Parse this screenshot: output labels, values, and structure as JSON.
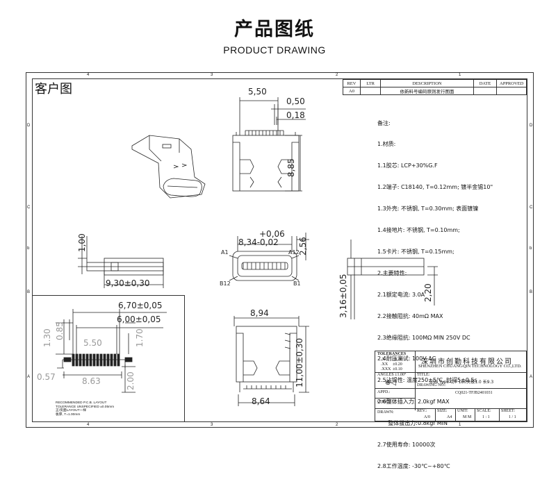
{
  "header": {
    "title_cn": "产品图纸",
    "title_en": "PRODUCT DRAWING"
  },
  "customer_label": "客户图",
  "zones": {
    "top": [
      "4",
      "3",
      "2",
      "1"
    ],
    "left": [
      "D",
      "C",
      "B",
      "A"
    ],
    "side_mark": "b"
  },
  "revision_table": {
    "headers": [
      "REV",
      "LTR",
      "DESCRIPTION",
      "DATE",
      "APPROVED"
    ],
    "rows": [
      [
        "A0",
        "",
        "依新料号编码原则发行图面",
        "",
        ""
      ]
    ]
  },
  "notes": [
    "备注:",
    "1.材质:",
    "1.1胶芯: LCP+30%G.F",
    "1.2端子: C18140, T=0.12mm; 镀半金锡10\"",
    "1.3外壳: 不锈钢, T=0.30mm; 表面镀镍",
    "1.4接地片: 不锈钢, T=0.10mm;",
    "1.5卡片: 不锈钢, T=0.15mm;",
    "2.主要特性:",
    "2.1额定电流: 3.0A",
    "2.2接触阻抗: 40mΩ MAX",
    "2.3绝缘阻抗: 100MΩ MIN 250V DC",
    "2.4耐压测试: 100V AC",
    "2.5沾锡性: 温度250±5℃, 时间5±0.5s",
    "2.6整体插入力: 2.0kgf MAX",
    "      整体拔出力:0.8kgf MIN",
    "2.7使用寿命: 10000次",
    "2.8工作温度: -30℃~+80℃"
  ],
  "dimensions": {
    "top_width": "5,50",
    "top_a": "0,50",
    "top_b": "0,18",
    "side_height": "8,85",
    "left_height": "1,00",
    "left_len": "9,30±0,30",
    "front_tol_plus": "+0,06",
    "front_width": "8,34-0,02",
    "front_h": "2,56",
    "pin_a1": "A1",
    "pin_a12": "A12",
    "pin_b12": "B12",
    "pin_b1": "B1",
    "right_v": "3,16±0,05",
    "right_h": "2,20",
    "bottom_w1": "8,94",
    "bottom_len": "11,00±0,30",
    "bottom_w2": "8,64",
    "pcb_w1": "6,70±0,05",
    "pcb_w2": "6,00±0,05",
    "pcb_a": "1.30",
    "pcb_b": "0.85",
    "pcb_c": "5.50",
    "pcb_d": "1.70",
    "pcb_e": "0.57",
    "pcb_f": "8.63",
    "pcb_g": "2.00"
  },
  "pcb_notes": [
    "RECOMMENDED  P.C.B. LAYOUT",
    "TOLERANCE UNSPECIFIED ±0.05mm",
    "正/反面LAYOUT一样",
    "板厚, T=1.00mm"
  ],
  "title_block": {
    "tolerances_label": "TOLERANCES",
    "tol_rows": [
      [
        ".X",
        "±0.30"
      ],
      [
        ".XX",
        "±0.20"
      ],
      [
        ".XXX",
        "±0.10"
      ]
    ],
    "angles": "ANGLES ±1.00°",
    "company_cn": "深圳市创勤科技有限公司",
    "company_en": "SHENZHEN CHUANGQIN TECHNOLOGY CO.,LTD.",
    "title_label": "TITLE:",
    "title_value": "USB Type-C/F 180夹板1.0 长9.3",
    "drawing_no_label": "DRAWING NO.:",
    "drawing_no": "CQ021-TFJB2401031",
    "appd": "APPD.:",
    "check": "CHECK:",
    "drawn": "DRAWN:",
    "rev_label": "REV.:",
    "rev_value": "A/0",
    "size_label": "SIZE:",
    "size_value": "A4",
    "unit_label": "UNIT:",
    "unit_value": "M M",
    "scale_label": "SCALE:",
    "scale_value": "1 : 1",
    "sheet_label": "SHEET:",
    "sheet_value": "1 / 1"
  }
}
